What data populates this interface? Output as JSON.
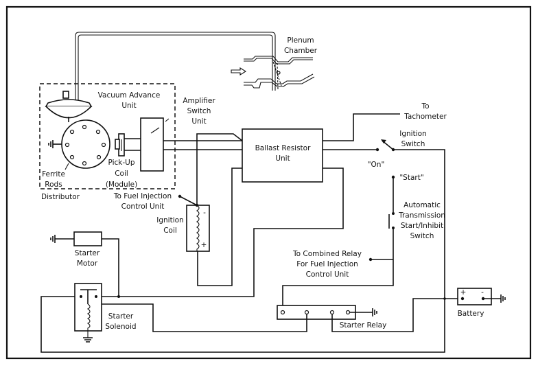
{
  "diagram": {
    "labels": {
      "plenum_1": "Plenum",
      "plenum_2": "Chamber",
      "vacuum_1": "Vacuum Advance",
      "vacuum_2": "Unit",
      "amp_1": "Amplifier",
      "amp_2": "Switch",
      "amp_3": "Unit",
      "ballast_1": "Ballast Resistor",
      "ballast_2": "Unit",
      "tach_1": "To",
      "tach_2": "Tachometer",
      "ign_sw_1": "Ignition",
      "ign_sw_2": "Switch",
      "on": "\"On\"",
      "start": "\"Start\"",
      "inhibit_1": "Automatic",
      "inhibit_2": "Transmission",
      "inhibit_3": "Start/Inhibit",
      "inhibit_4": "Switch",
      "relay_fi_1": "To Combined Relay",
      "relay_fi_2": "For Fuel Injection",
      "relay_fi_3": "Control Unit",
      "starter_relay": "Starter Relay",
      "battery": "Battery",
      "battery_plus": "+",
      "battery_minus": "-",
      "ferrite_1": "Ferrite",
      "ferrite_2": "Rods",
      "distributor": "Distributor",
      "pickup_1": "Pick-Up",
      "pickup_2": "Coil",
      "pickup_3": "(Module)",
      "fuel_inj_1": "To Fuel Injection",
      "fuel_inj_2": "Control Unit",
      "ign_coil_1": "Ignition",
      "ign_coil_2": "Coil",
      "coil_minus": "-",
      "coil_plus": "+",
      "motor_1": "Starter",
      "motor_2": "Motor",
      "solenoid_1": "Starter",
      "solenoid_2": "Solenoid"
    }
  }
}
